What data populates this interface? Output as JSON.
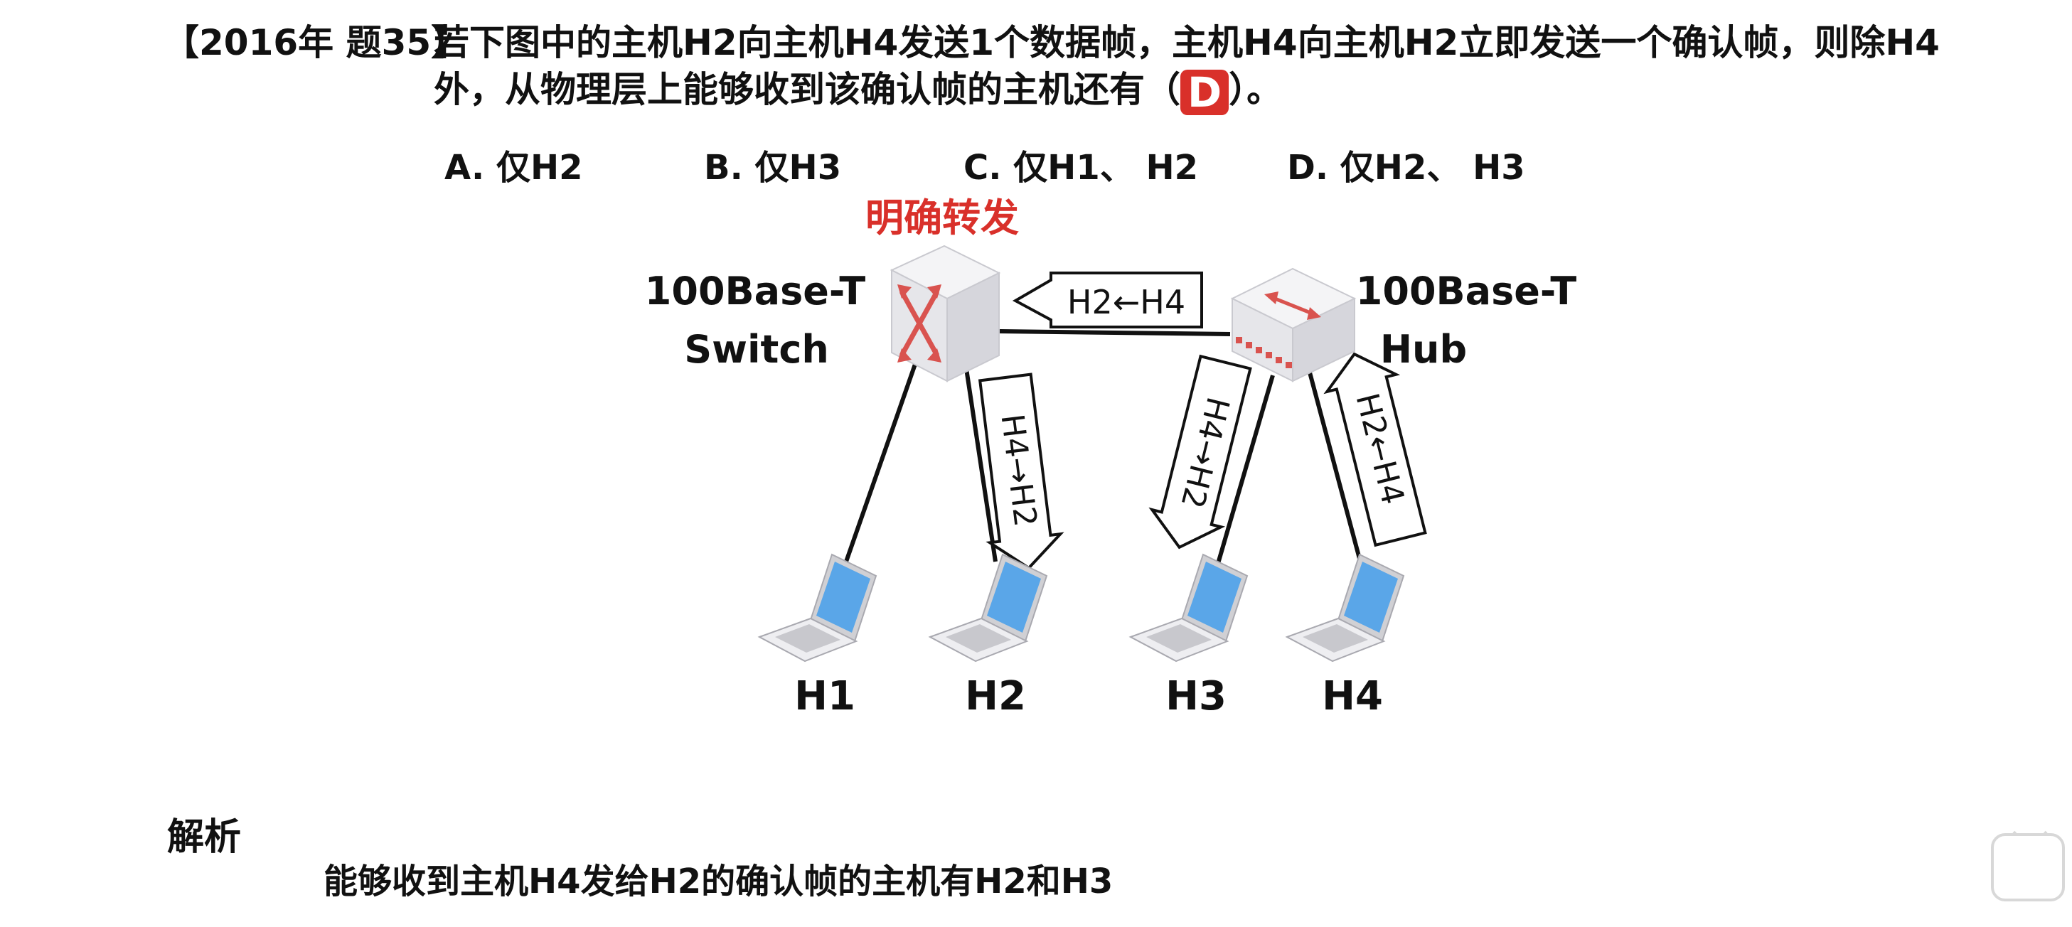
{
  "question": {
    "tag": "【2016年 题35】",
    "line1": "若下图中的主机H2向主机H4发送1个数据帧，主机H4向主机H2立即发送一个确认帧，则除H4",
    "line2_before": "外，从物理层上能够收到该确认帧的主机还有（",
    "answer": "D",
    "line2_after": "）。"
  },
  "options": {
    "a": "A. 仅H2",
    "b": "B. 仅H3",
    "c": "C. 仅H1、 H2",
    "d": "D. 仅H2、 H3"
  },
  "diagram": {
    "switch_note": "明确转发",
    "switch_label_line1": "100Base-T",
    "switch_label_line2": "Switch",
    "hub_label_line1": "100Base-T",
    "hub_label_line2": "Hub",
    "arrow_hub_to_switch": "H2←H4",
    "arrow_switch_to_h2": "H4→H2",
    "arrow_hub_to_h3": "H4→H2",
    "arrow_h4_to_hub": "H2←H4",
    "hosts": [
      "H1",
      "H2",
      "H3",
      "H4"
    ]
  },
  "analysis": {
    "title": "解析",
    "text": "能够收到主机H4发给H2的确认帧的主机有H2和H3"
  },
  "colors": {
    "accent_red": "#d9302a",
    "device_gray": "#e9e9ec",
    "laptop_screen": "#5aa6e8"
  },
  "icons": {
    "play": "play-icon"
  }
}
